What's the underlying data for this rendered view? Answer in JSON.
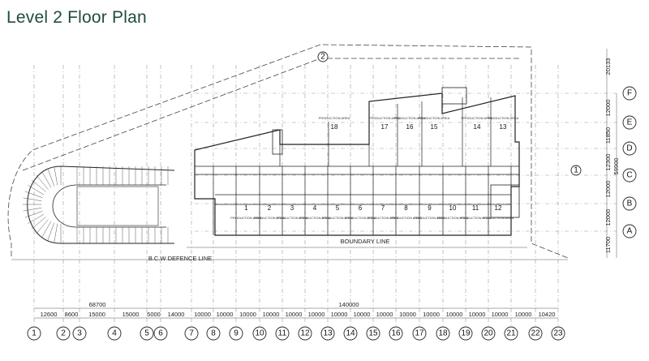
{
  "title": "Level 2 Floor Plan",
  "grid_columns": [
    "1",
    "2",
    "3",
    "4",
    "5",
    "6",
    "7",
    "8",
    "9",
    "10",
    "11",
    "12",
    "13",
    "14",
    "15",
    "16",
    "17",
    "18",
    "19",
    "20",
    "21",
    "22",
    "23"
  ],
  "grid_rows": [
    "F",
    "E",
    "D",
    "C",
    "B",
    "A"
  ],
  "section_markers": [
    "1",
    "2"
  ],
  "column_spacings": [
    "12600",
    "8600",
    "15000",
    "15000",
    "5000",
    "14000",
    "10000",
    "10000",
    "10000",
    "10000",
    "10000",
    "10000",
    "10000",
    "10000",
    "10000",
    "10000",
    "10000",
    "10000",
    "10000",
    "10000",
    "10000",
    "10420"
  ],
  "overall_dims": [
    "68700",
    "140000"
  ],
  "row_spacings": [
    "20133",
    "12000",
    "11850",
    "12300",
    "12000",
    "12000",
    "11700"
  ],
  "row_total": "59900",
  "upper_units": [
    "18",
    "17",
    "16",
    "15",
    "14",
    "13"
  ],
  "lower_units": [
    "1",
    "2",
    "3",
    "4",
    "5",
    "6",
    "7",
    "8",
    "9",
    "10",
    "11",
    "12"
  ],
  "annotations": {
    "setback": "B.C.W DEFENCE LINE",
    "boundary": "BOUNDARY LINE",
    "production": "PRODUCTION AREA"
  }
}
